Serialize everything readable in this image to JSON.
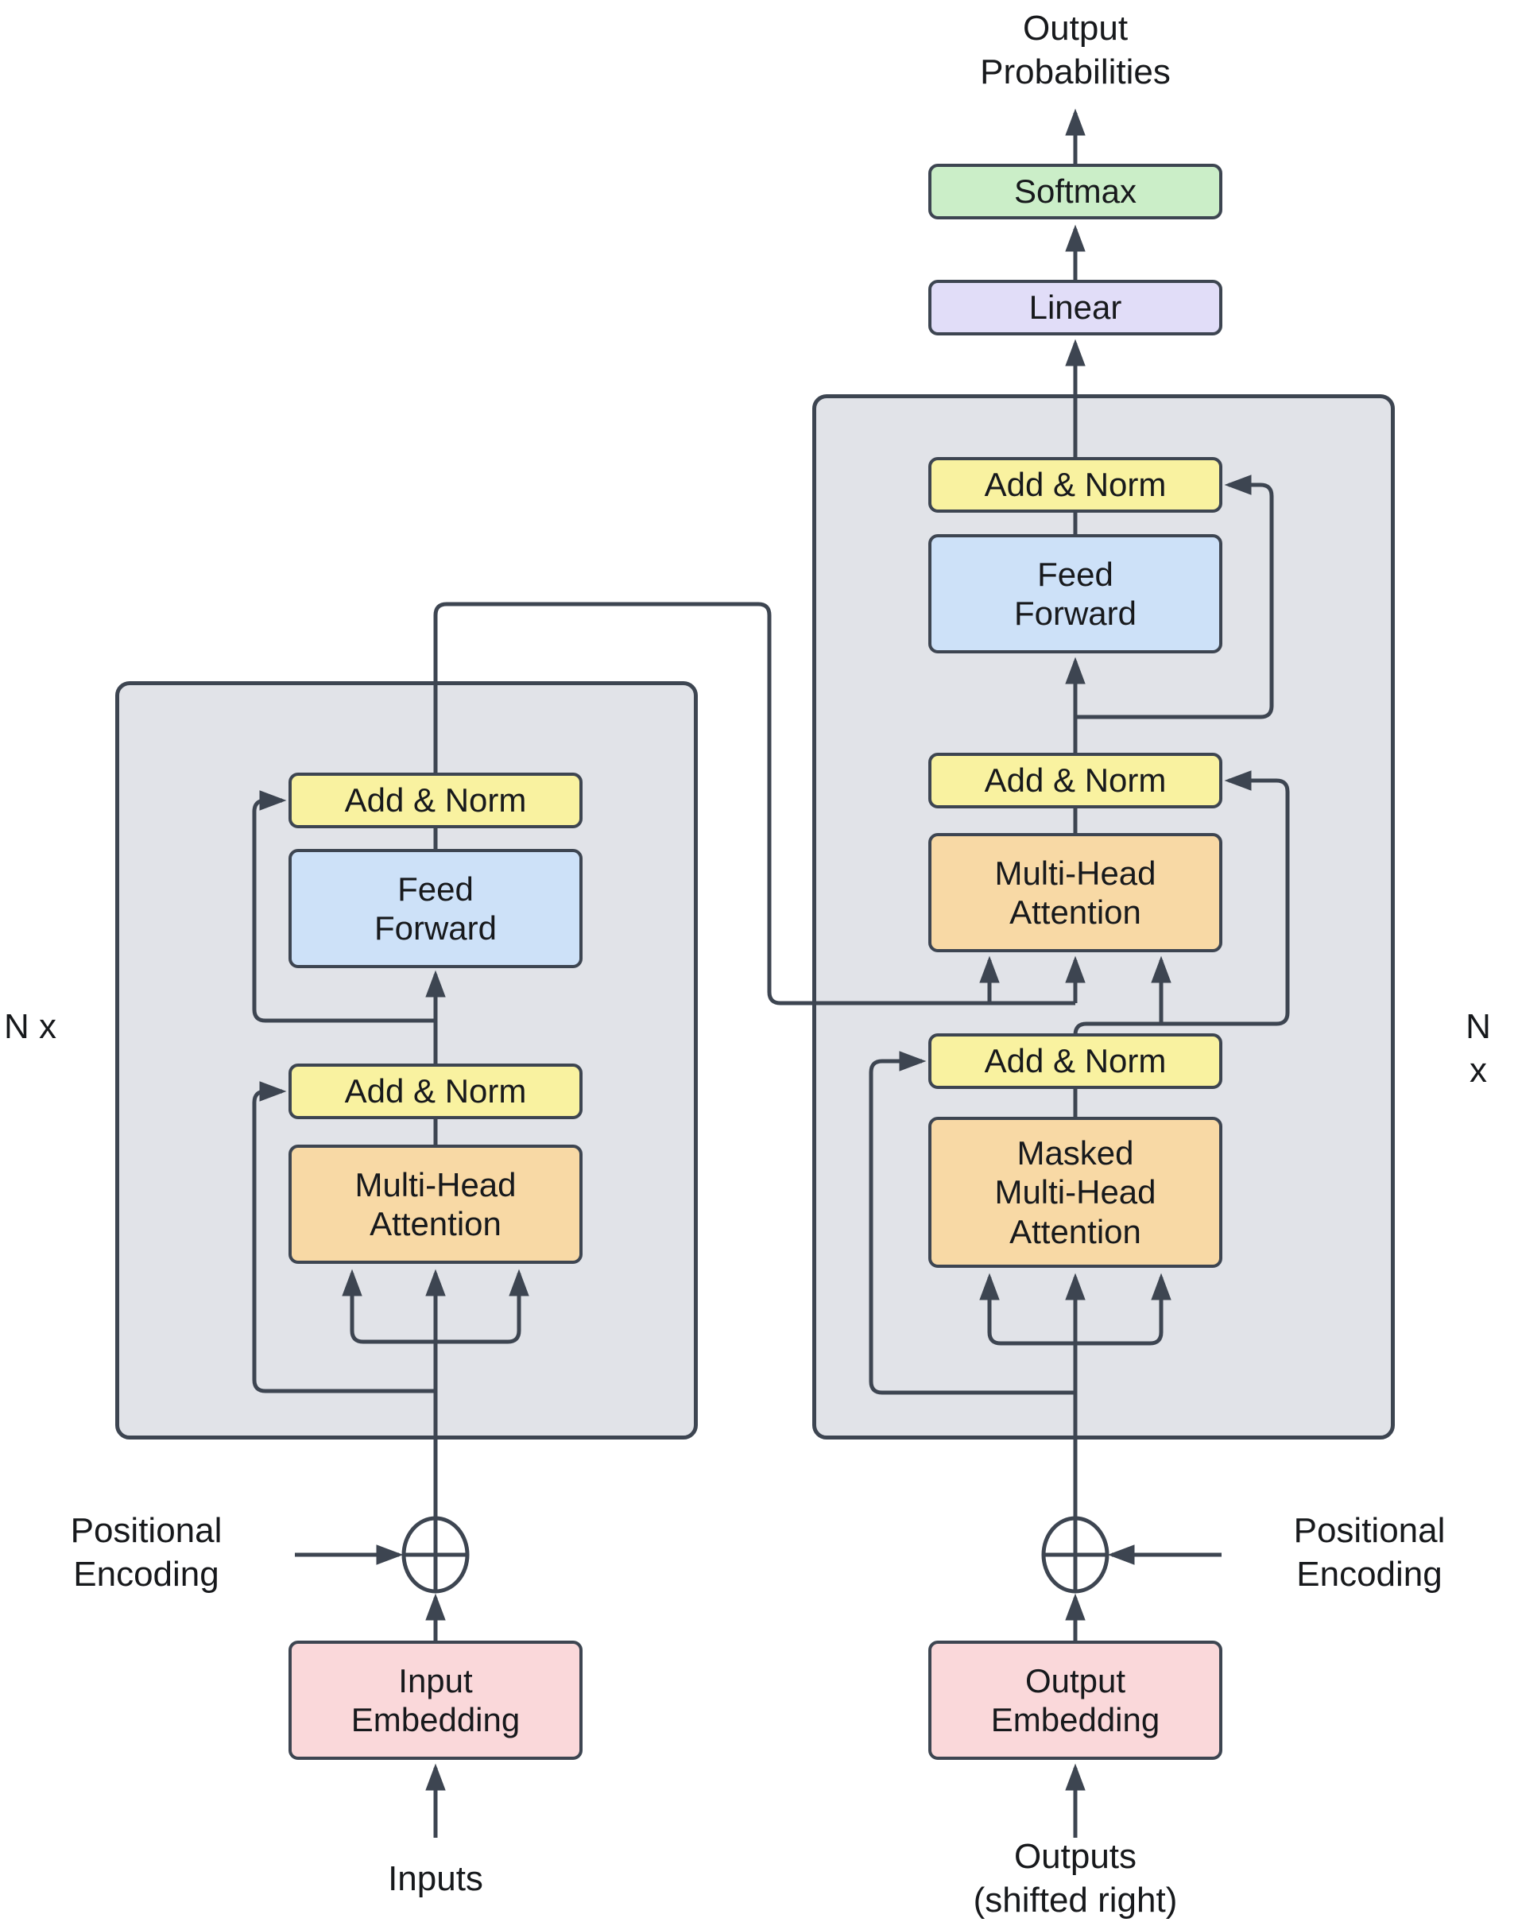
{
  "top": {
    "output_probabilities": "Output\nProbabilities"
  },
  "output_head": {
    "softmax": {
      "label": "Softmax",
      "fill": "#cbeec8"
    },
    "linear": {
      "label": "Linear",
      "fill": "#e1ddf8"
    }
  },
  "decoder": {
    "n_label": "N x",
    "add_norm_top": "Add & Norm",
    "feed_forward": "Feed\nForward",
    "add_norm_middle": "Add & Norm",
    "multi_head_attention": "Multi-Head\nAttention",
    "add_norm_bottom": "Add & Norm",
    "masked_multi_head_attention": "Masked\nMulti-Head\nAttention"
  },
  "encoder": {
    "n_label": "N x",
    "add_norm_top": "Add & Norm",
    "feed_forward": "Feed\nForward",
    "add_norm_bottom": "Add & Norm",
    "multi_head_attention": "Multi-Head\nAttention"
  },
  "embeddings": {
    "input": "Input\nEmbedding",
    "output": "Output\nEmbedding"
  },
  "positional": {
    "left": "Positional\nEncoding",
    "right": "Positional\nEncoding"
  },
  "io": {
    "inputs": "Inputs",
    "outputs": "Outputs\n(shifted right)"
  },
  "colors": {
    "stroke": "#3d4551",
    "container_fill": "#e1e3e8",
    "add_norm": "#f9f2a0",
    "attention": "#f8d9a5",
    "feed_forward": "#cde1f8",
    "softmax": "#cbeec8",
    "linear": "#e1ddf8",
    "embedding": "#fad8da",
    "background": "#ffffff"
  }
}
